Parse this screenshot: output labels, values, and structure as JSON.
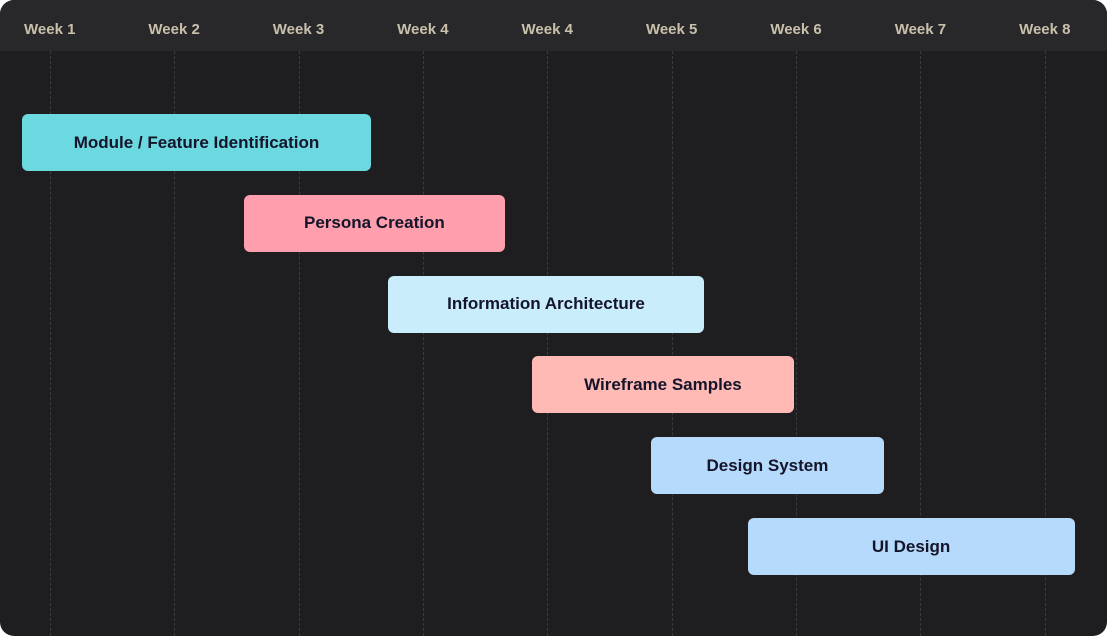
{
  "chart_data": {
    "type": "bar",
    "orientation": "horizontal-gantt",
    "title": "",
    "xlabel": "",
    "ylabel": "",
    "grid": true,
    "x_tick_labels": [
      "Week 1",
      "Week 2",
      "Week 3",
      "Week 4",
      "Week 4",
      "Week 5",
      "Week 6",
      "Week 7",
      "Week 8"
    ],
    "x_unit": "week column",
    "xlim": [
      0.6,
      9.5
    ],
    "tasks": [
      {
        "label": "Module / Feature Identification",
        "start": 0.78,
        "end": 3.58,
        "color": "#6cd8df"
      },
      {
        "label": "Persona Creation",
        "start": 2.56,
        "end": 4.66,
        "color": "#ff9fae"
      },
      {
        "label": "Information Architecture",
        "start": 3.72,
        "end": 6.26,
        "color": "#c9edfa"
      },
      {
        "label": "Wireframe Samples",
        "start": 4.88,
        "end": 6.98,
        "color": "#ffbab5"
      },
      {
        "label": "Design System",
        "start": 5.83,
        "end": 7.71,
        "color": "#b6dafb"
      },
      {
        "label": "UI Design",
        "start": 6.61,
        "end": 9.24,
        "color": "#b6dafb"
      }
    ]
  }
}
